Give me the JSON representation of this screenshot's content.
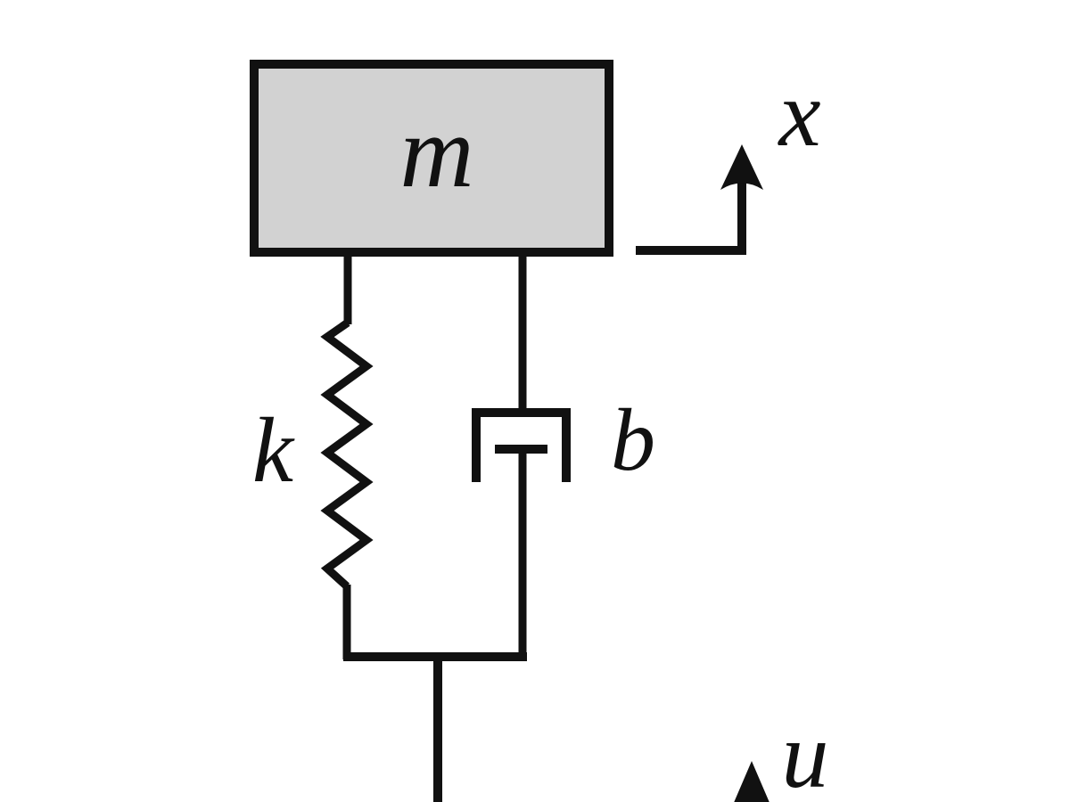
{
  "diagram": {
    "kind": "mass-spring-damper-schematic",
    "labels": {
      "mass": "m",
      "spring": "k",
      "damper": "b",
      "displacement": "x",
      "input": "u"
    },
    "colors": {
      "stroke": "#111111",
      "mass_fill": "#d2d2d2",
      "background": "#ffffff"
    }
  }
}
